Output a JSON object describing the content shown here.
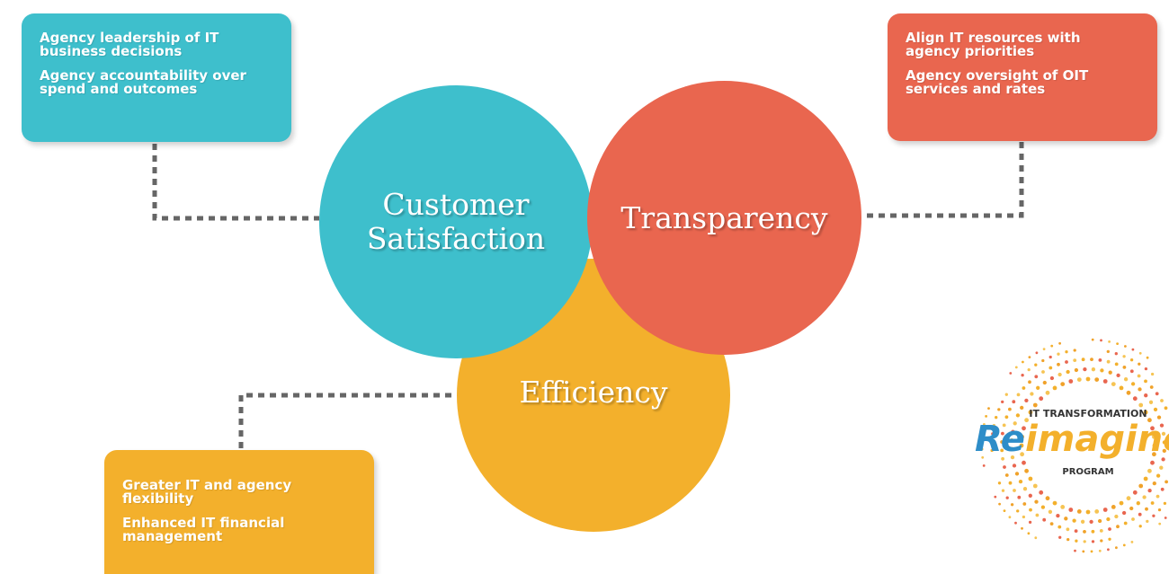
{
  "circles": {
    "customer_satisfaction": "Customer\nSatisfaction",
    "transparency": "Transparency",
    "efficiency": "Efficiency"
  },
  "boxes": {
    "customer_satisfaction": [
      "Agency leadership of IT business decisions",
      "Agency accountability over spend and outcomes"
    ],
    "transparency": [
      "Align IT resources with agency priorities",
      "Agency oversight of OIT services and rates"
    ],
    "efficiency": [
      "Greater IT and agency flexibility",
      "Enhanced IT financial management"
    ]
  },
  "logo": {
    "top_text": "IT TRANSFORMATION",
    "word_a": "Re",
    "word_b": "imagine",
    "bottom_text": "PROGRAM"
  },
  "colors": {
    "teal": "#3ebfcc",
    "coral": "#e9664f",
    "gold": "#f3b02c",
    "connector": "#666666",
    "logo_blue": "#2e8dc8"
  }
}
